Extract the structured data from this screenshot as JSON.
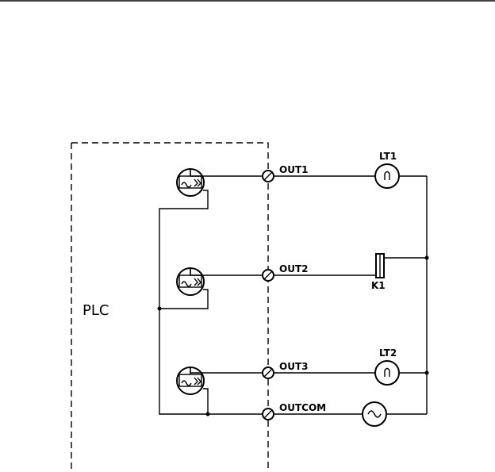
{
  "plc_label": "PLC",
  "terminals": {
    "out1": "OUT1",
    "out2": "OUT2",
    "out3": "OUT3",
    "outcom": "OUTCOM"
  },
  "devices": {
    "lt1": "LT1",
    "k1": "K1",
    "lt2": "LT2"
  }
}
